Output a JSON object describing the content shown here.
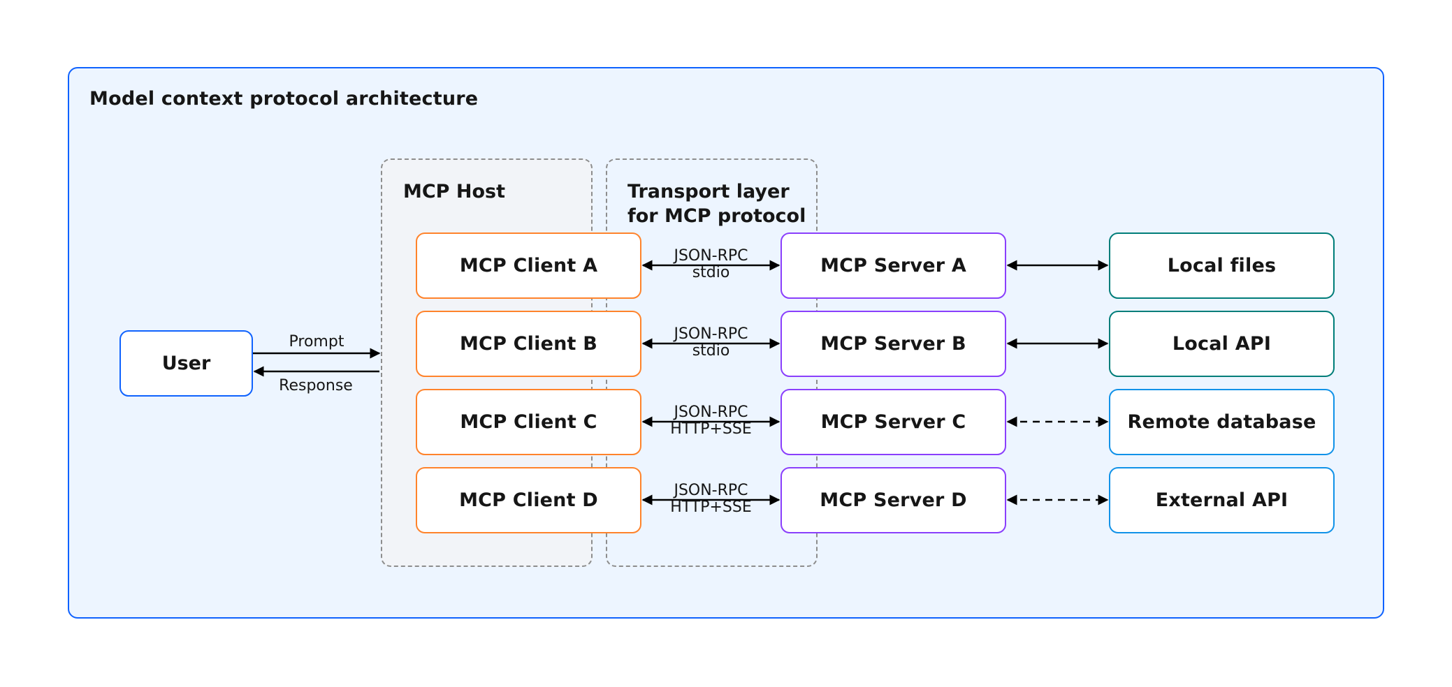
{
  "title": "Model context protocol architecture",
  "regions": {
    "host": "MCP Host",
    "transport": "Transport layer\nfor MCP protocol"
  },
  "user": {
    "label": "User",
    "prompt_label": "Prompt",
    "response_label": "Response"
  },
  "rows": [
    {
      "client": "MCP Client A",
      "server": "MCP Server A",
      "resource": "Local files",
      "protocol": "JSON-RPC",
      "transport": "stdio",
      "resource_link": "solid"
    },
    {
      "client": "MCP Client B",
      "server": "MCP Server B",
      "resource": "Local API",
      "protocol": "JSON-RPC",
      "transport": "stdio",
      "resource_link": "solid"
    },
    {
      "client": "MCP Client C",
      "server": "MCP Server C",
      "resource": "Remote database",
      "protocol": "JSON-RPC",
      "transport": "HTTP+SSE",
      "resource_link": "dashed"
    },
    {
      "client": "MCP Client D",
      "server": "MCP Server D",
      "resource": "External API",
      "protocol": "JSON-RPC",
      "transport": "HTTP+SSE",
      "resource_link": "dashed"
    }
  ],
  "colors": {
    "frame_border": "#0f62fe",
    "frame_fill": "#edf5ff",
    "client_border": "#ff832b",
    "server_border": "#8a3ffc",
    "local_resource_border": "#007d79",
    "remote_resource_border": "#1192e8"
  }
}
